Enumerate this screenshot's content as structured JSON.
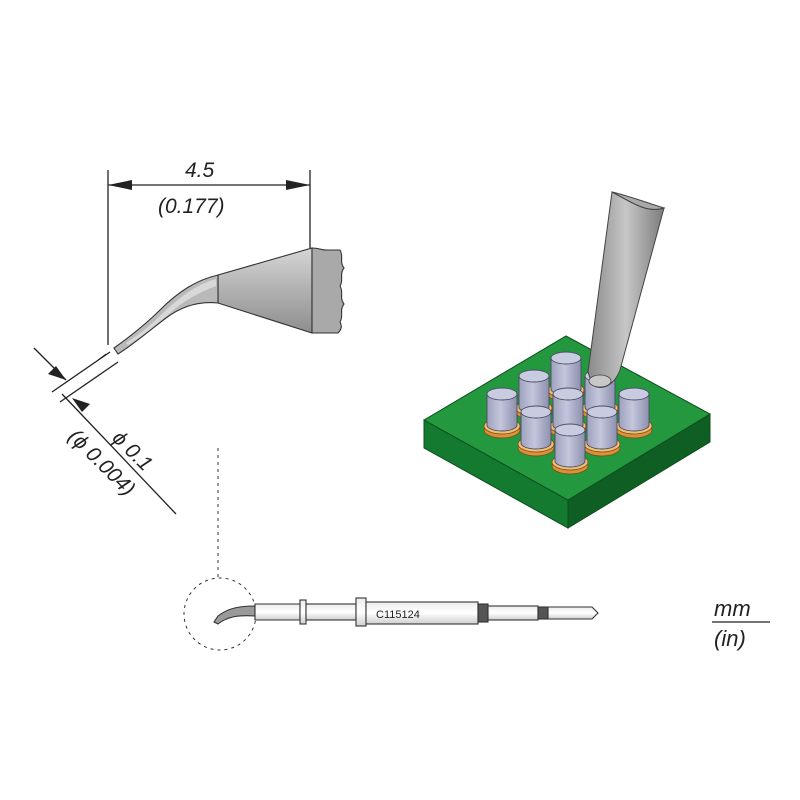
{
  "dimensions": {
    "length_mm": "4.5",
    "length_in": "(0.177)",
    "diameter_mm": "ϕ 0.1",
    "diameter_in": "(ϕ 0.004)"
  },
  "part_number": "C115124",
  "units": {
    "primary": "mm",
    "secondary": "(in)"
  },
  "colors": {
    "metal": "#b8b8b8",
    "metal_dark": "#8a8a8a",
    "pcb_top": "#1f8a3c",
    "pcb_side": "#146a2b",
    "component_top": "#c9cbe0",
    "component_body": "#a7aac4",
    "pad": "#d9913a",
    "line": "#222222"
  },
  "icons": {
    "hero": "soldering-tip-on-pcb-icon"
  }
}
